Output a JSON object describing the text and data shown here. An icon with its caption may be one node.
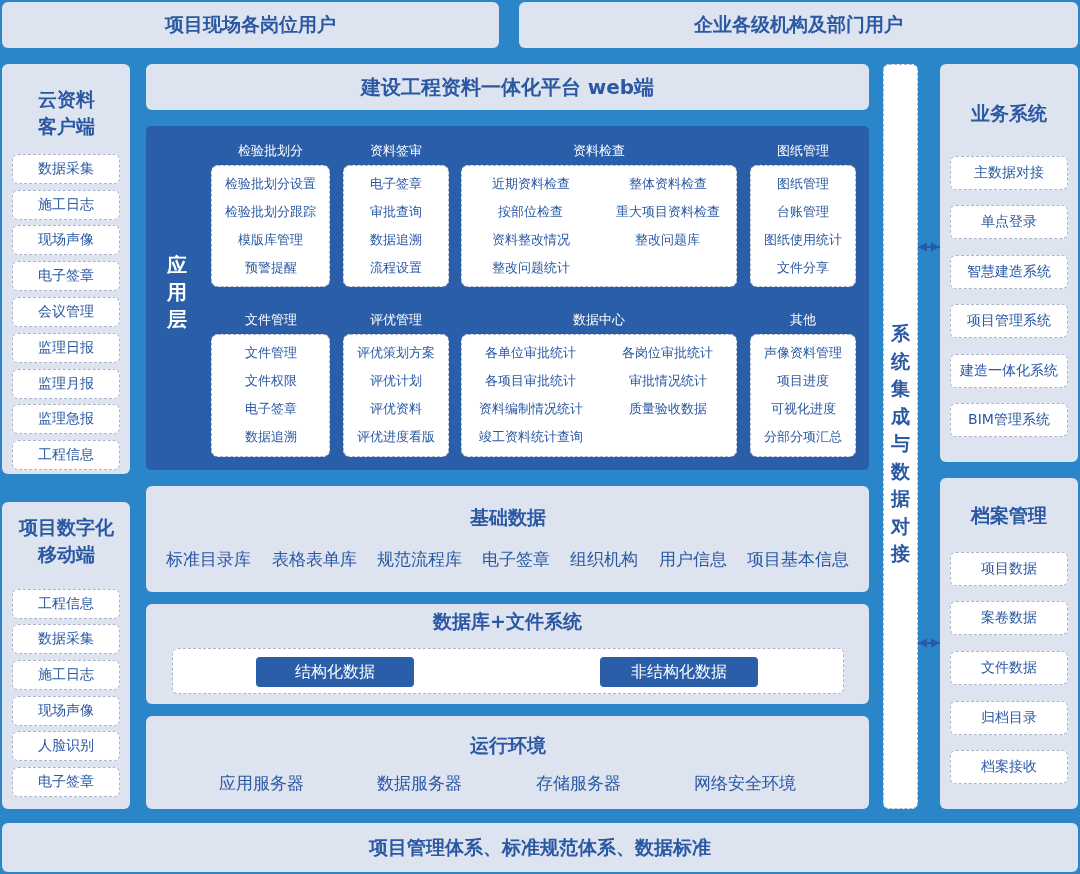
{
  "diagram": {
    "nodes": [
      {
        "text": [
          "项目现场各岗位用户"
        ]
      },
      {
        "text": [
          "企业各级机构及部门用户"
        ]
      },
      {
        "text": [
          "云资料客户端"
        ]
      },
      {
        "text": [
          "数据采集"
        ],
        "in": 2
      },
      {
        "text": [
          "施工日志"
        ],
        "in": 2
      },
      {
        "text": [
          "现场声像"
        ],
        "in": 2
      },
      {
        "text": [
          "电子签章"
        ],
        "in": 2
      },
      {
        "text": [
          "会议管理"
        ],
        "in": 2
      },
      {
        "text": [
          "监理日报"
        ],
        "in": 2
      },
      {
        "text": [
          "监理月报"
        ],
        "in": 2
      },
      {
        "text": [
          "监理急报"
        ],
        "in": 2
      },
      {
        "text": [
          "工程信息"
        ],
        "in": 2
      },
      {
        "text": [
          "项目数字化移动端"
        ]
      },
      {
        "text": [
          "工程信息"
        ],
        "in": 12
      },
      {
        "text": [
          "数据采集"
        ],
        "in": 12
      },
      {
        "text": [
          "施工日志"
        ],
        "in": 12
      },
      {
        "text": [
          "现场声像"
        ],
        "in": 12
      },
      {
        "text": [
          "人脸识别"
        ],
        "in": 12
      },
      {
        "text": [
          "电子签章"
        ],
        "in": 12
      },
      {
        "text": [
          "建设工程资料一体化平台 web端"
        ]
      },
      {
        "text": [
          "应用层"
        ]
      },
      {
        "text": [
          "检验批划分",
          "检验批划分设置",
          "检验批划分跟踪",
          "模版库管理",
          "预警提醒"
        ],
        "in": 20
      },
      {
        "text": [
          "资料签审",
          "电子签章",
          "审批查询",
          "数据追溯",
          "流程设置"
        ],
        "in": 20
      },
      {
        "text": [
          "资料检查",
          "近期资料检查",
          "整体资料检查",
          "按部位检查",
          "重大项目资料检查",
          "资料整改情况",
          "整改问题库",
          "整改问题统计"
        ],
        "in": 20
      },
      {
        "text": [
          "图纸管理",
          "图纸管理",
          "台账管理",
          "图纸使用统计",
          "文件分享"
        ],
        "in": 20
      },
      {
        "text": [
          "文件管理",
          "文件管理",
          "文件权限",
          "电子签章",
          "数据追溯"
        ],
        "in": 20
      },
      {
        "text": [
          "评优管理",
          "评优策划方案",
          "评优计划",
          "评优资料",
          "评优进度看版"
        ],
        "in": 20
      },
      {
        "text": [
          "数据中心",
          "各单位审批统计",
          "各岗位审批统计",
          "各项目审批统计",
          "审批情况统计",
          "资料编制情况统计",
          "质量验收数据",
          "竣工资料统计查询"
        ],
        "in": 20
      },
      {
        "text": [
          "其他",
          "声像资料管理",
          "项目进度",
          "可视化进度",
          "分部分项汇总"
        ],
        "in": 20
      },
      {
        "text": [
          "基础数据",
          "标准目录库",
          "表格表单库",
          "规范流程库",
          "电子签章",
          "组织机构",
          "用户信息",
          "项目基本信息"
        ]
      },
      {
        "text": [
          "数据库+文件系统"
        ]
      },
      {
        "text": [],
        "shape": "box",
        "in": 30
      },
      {
        "text": [
          "结构化数据"
        ],
        "in": 31
      },
      {
        "text": [
          "非结构化数据"
        ],
        "in": 31
      },
      {
        "text": [
          "运行环境",
          "应用服务器",
          "数据服务器",
          "存储服务器",
          "网络安全环境"
        ]
      },
      {
        "text": [
          "系统集成与数据对接"
        ]
      },
      {
        "text": [
          "业务系统"
        ]
      },
      {
        "text": [
          "主数据对接"
        ],
        "in": 36
      },
      {
        "text": [
          "单点登录"
        ],
        "in": 36
      },
      {
        "text": [
          "智慧建造系统"
        ],
        "in": 36
      },
      {
        "text": [
          "项目管理系统"
        ],
        "in": 36
      },
      {
        "text": [
          "建造一体化系统"
        ],
        "in": 36
      },
      {
        "text": [
          "BIM管理系统"
        ],
        "in": 36
      },
      {
        "text": [
          "档案管理"
        ]
      },
      {
        "text": [
          "项目数据"
        ],
        "in": 43
      },
      {
        "text": [
          "案卷数据"
        ],
        "in": 43
      },
      {
        "text": [
          "文件数据"
        ],
        "in": 43
      },
      {
        "text": [
          "归档目录"
        ],
        "in": 43
      },
      {
        "text": [
          "档案接收"
        ],
        "in": 43
      },
      {
        "text": [
          "项目管理体系、标准规范体系、数据标准"
        ]
      }
    ],
    "edges": [
      {
        "from": 35,
        "to": 36,
        "arrow": "both"
      },
      {
        "from": 35,
        "to": 43,
        "arrow": "both"
      }
    ]
  }
}
